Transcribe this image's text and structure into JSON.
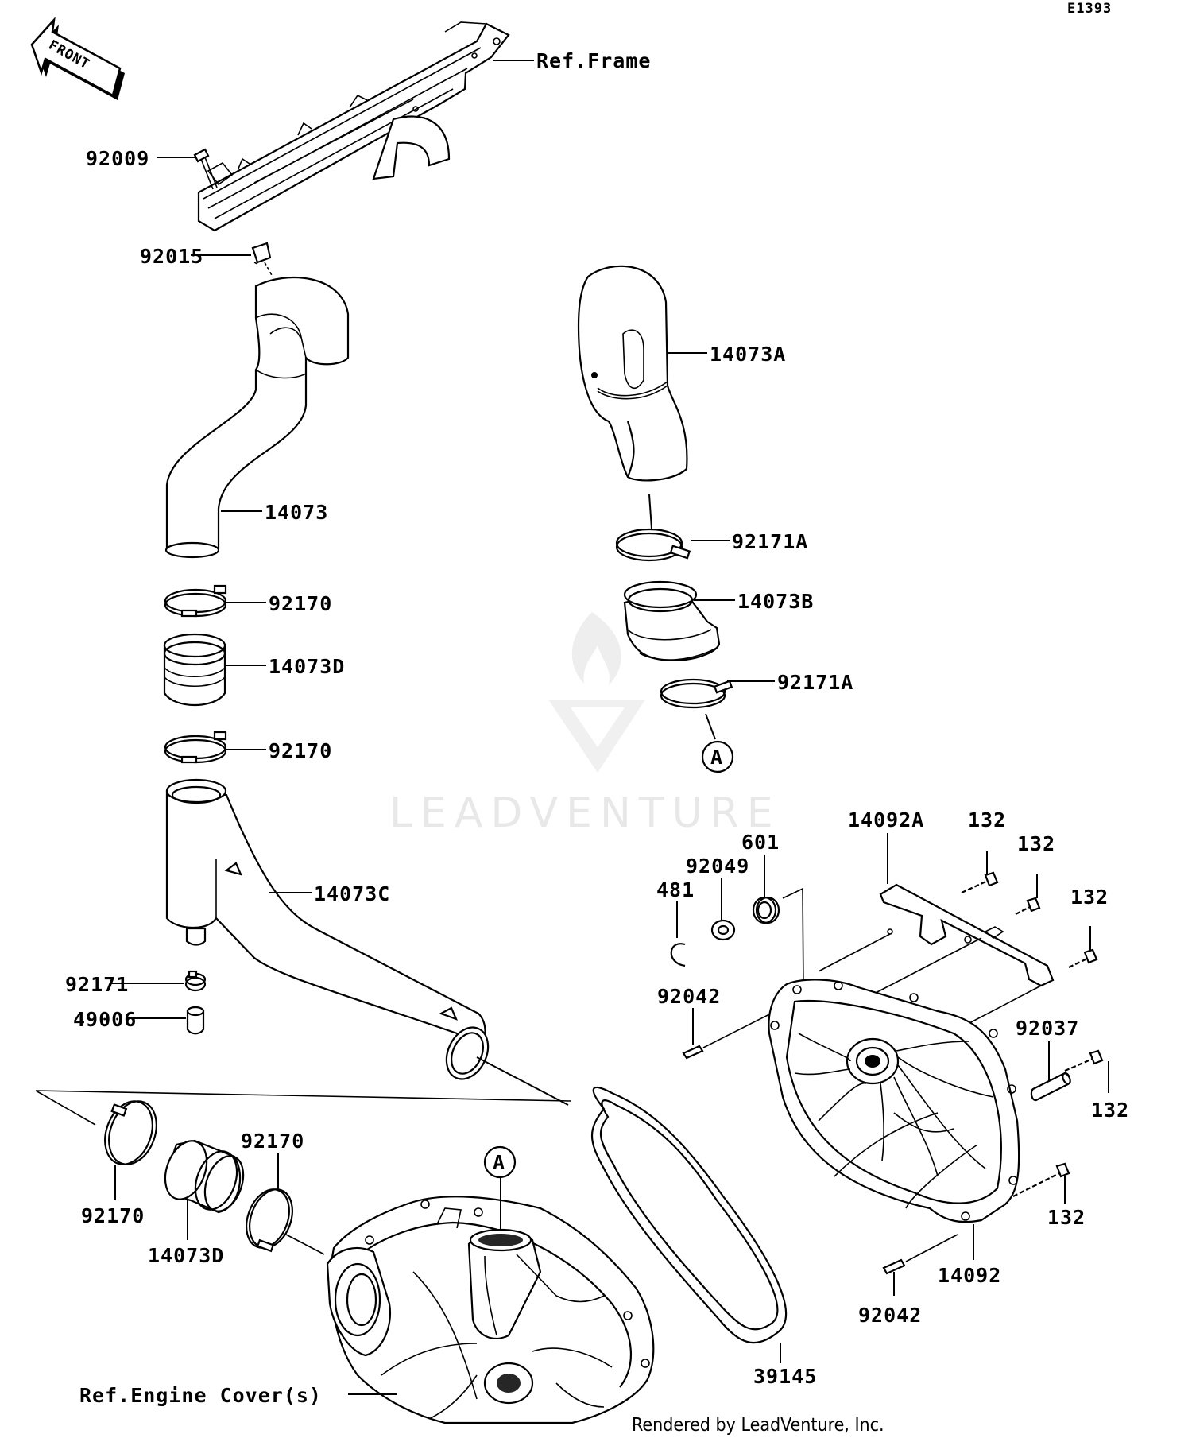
{
  "diagram": {
    "code": "E1393",
    "front_arrow": "FRONT",
    "credit": "Rendered by LeadVenture, Inc.",
    "watermark": "LEADVENTURE",
    "callout_a": "A",
    "labels": {
      "ref_frame": "Ref.Frame",
      "p92009": "92009",
      "p92015": "92015",
      "p14073": "14073",
      "p92170_1": "92170",
      "p14073D_1": "14073D",
      "p92170_2": "92170",
      "p14073C": "14073C",
      "p92171": "92171",
      "p49006": "49006",
      "p14073A": "14073A",
      "p92171A_1": "92171A",
      "p14073B": "14073B",
      "p92171A_2": "92171A",
      "p14092A": "14092A",
      "p132_1": "132",
      "p132_2": "132",
      "p132_3": "132",
      "p601": "601",
      "p92049": "92049",
      "p481": "481",
      "p92042_1": "92042",
      "p92037": "92037",
      "p132_4": "132",
      "p132_5": "132",
      "p14092": "14092",
      "p92042_2": "92042",
      "p39145": "39145",
      "p92170_3": "92170",
      "p92170_4": "92170",
      "p14073D_2": "14073D",
      "ref_engine_cover": "Ref.Engine Cover(s)"
    }
  }
}
